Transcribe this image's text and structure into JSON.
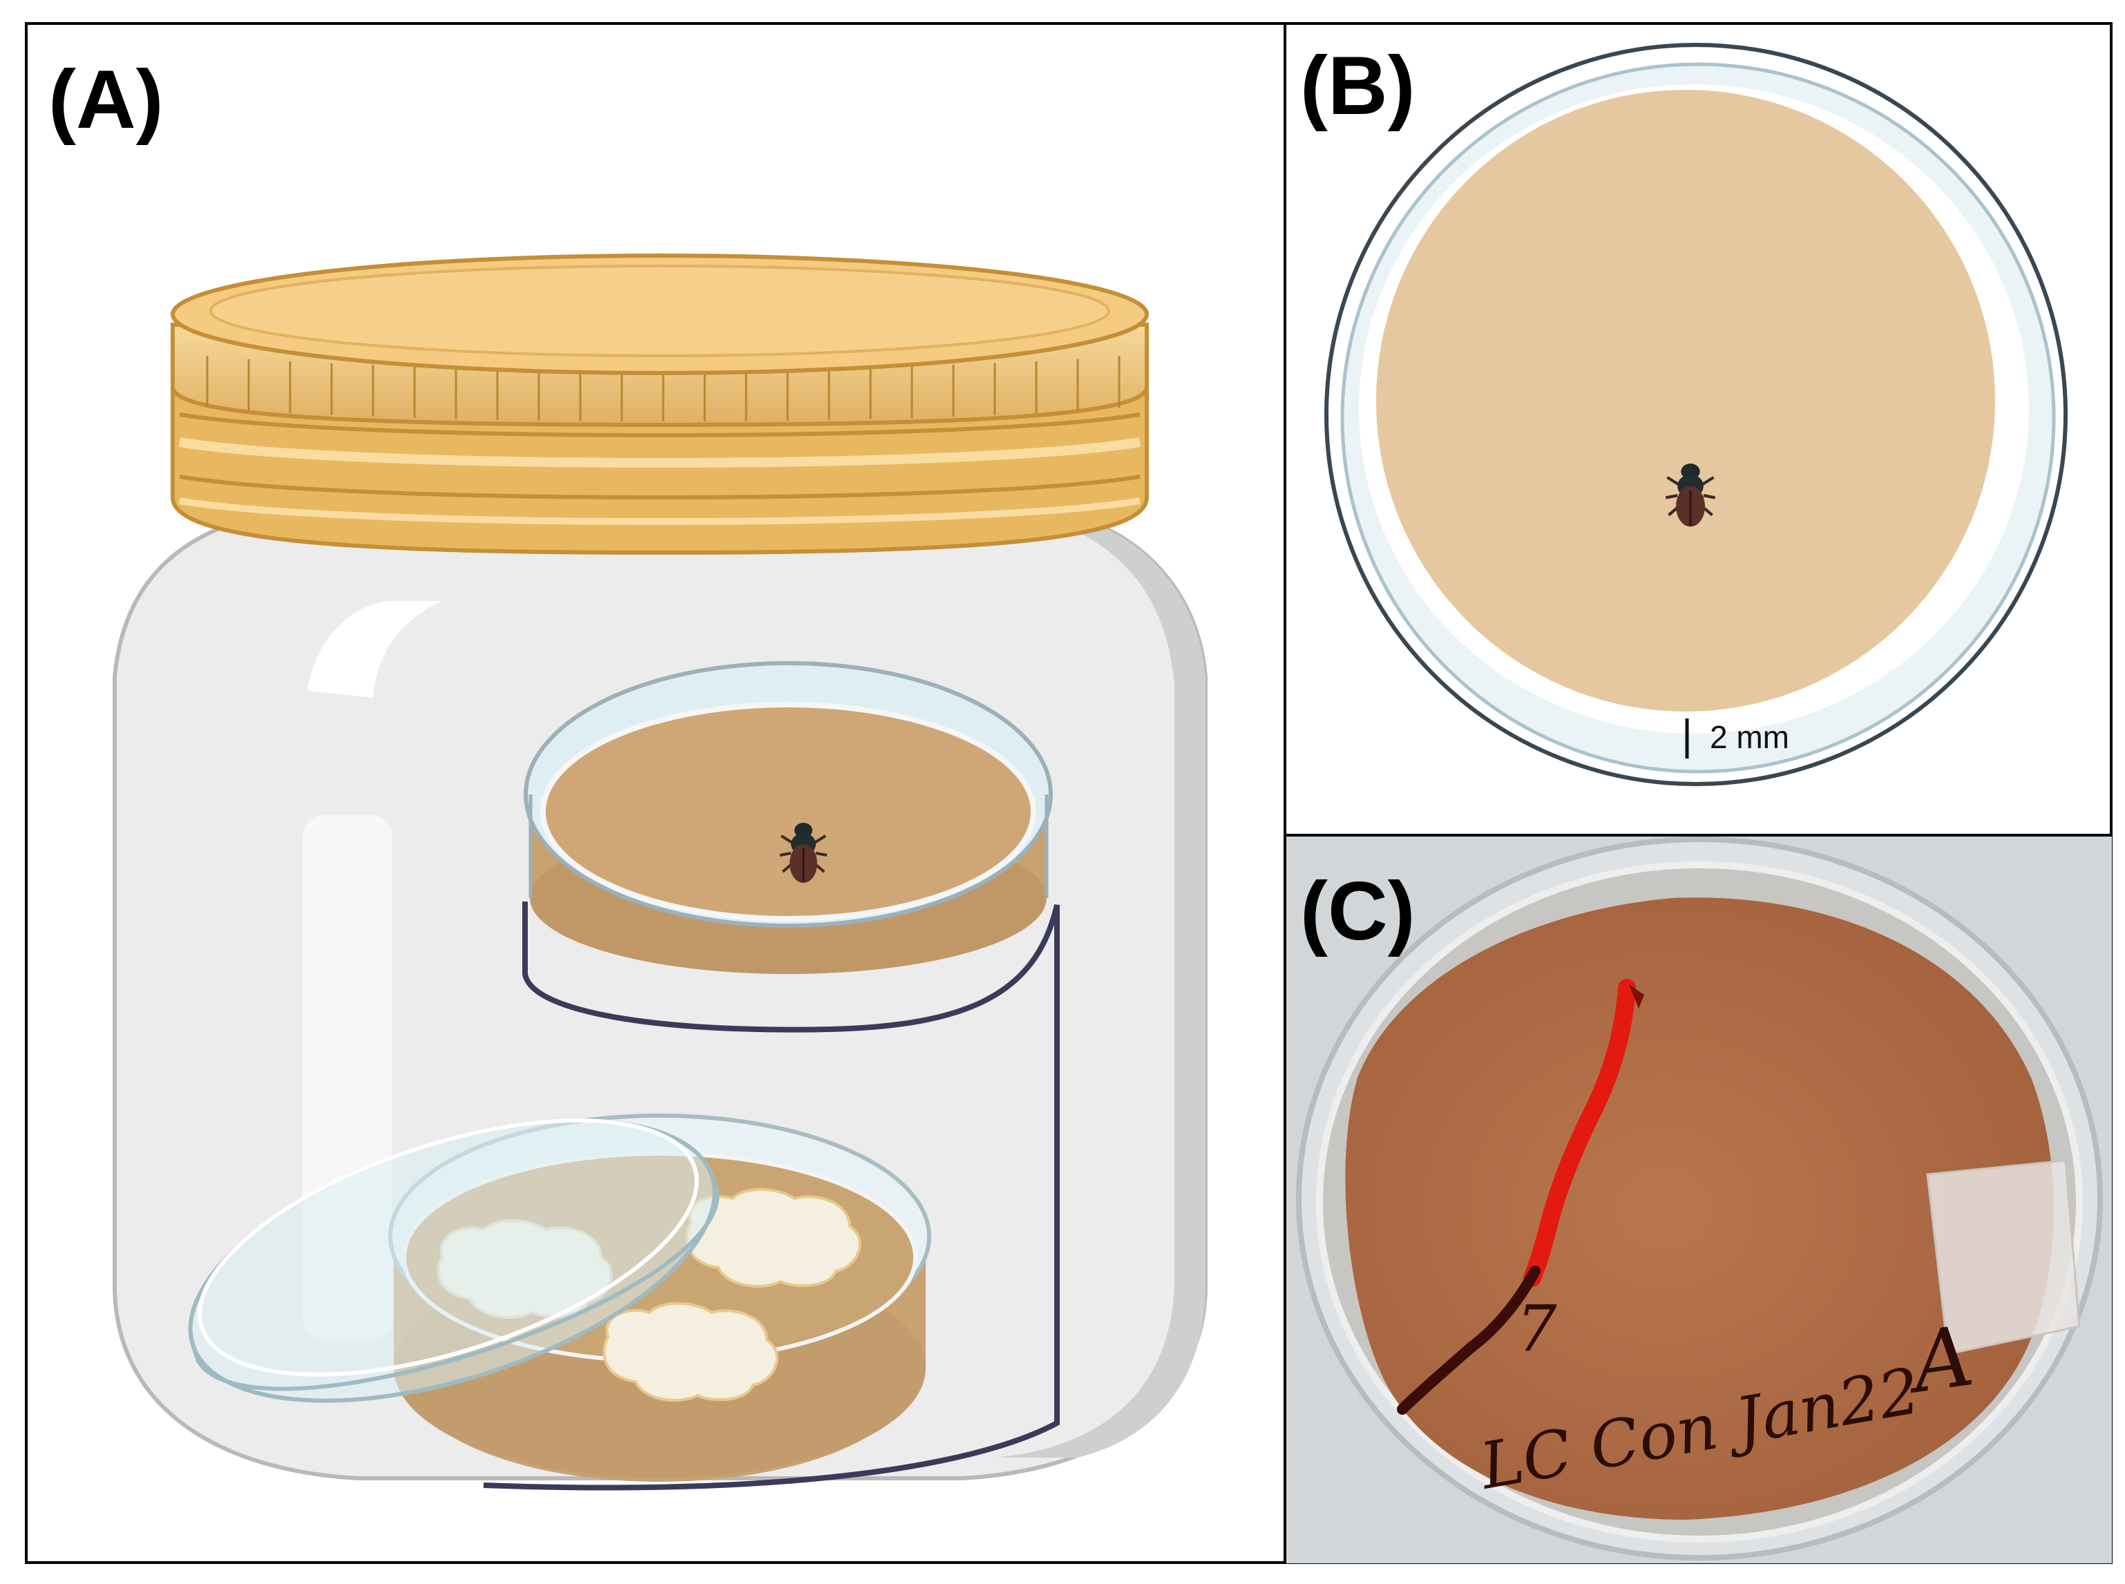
{
  "panels": {
    "a": {
      "label": "(A)"
    },
    "b": {
      "label": "(B)",
      "scale_bar": "2 mm"
    },
    "c": {
      "label": "(C)",
      "writing_number": "7",
      "writing_text": "LC Con Jan22",
      "writing_letter": "A"
    }
  },
  "colors": {
    "border": "#000000",
    "lid_gold": "#f2c678",
    "lid_edge": "#c79a3e",
    "jar_glass": "#e6e6e6",
    "agar_tan": "#c9a57a",
    "agar_light": "#e6c8a0",
    "beetle": "#3a2a26",
    "fungus": "#f3eedf",
    "photo_bg": "#d5d8db",
    "photo_agar": "#b4714a",
    "red_gallery": "#e51b12",
    "dark_gallery": "#3b0c0a"
  }
}
